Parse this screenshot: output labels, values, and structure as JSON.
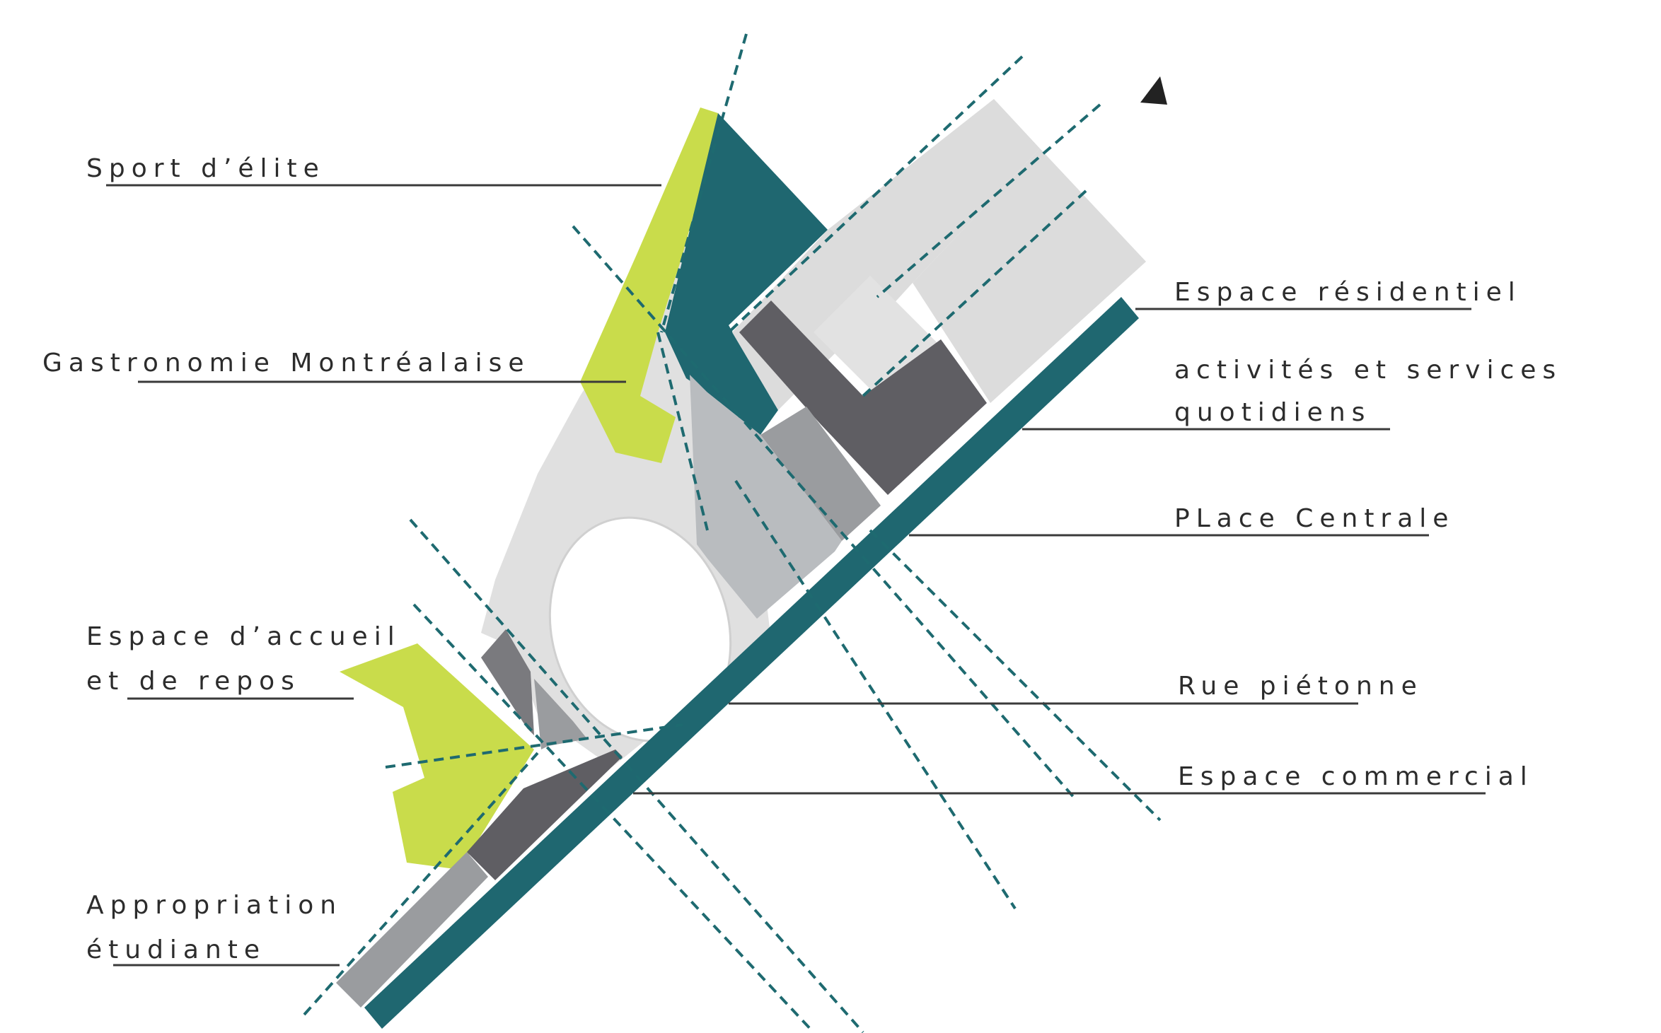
{
  "labels": {
    "sport_elite": "Sport d’élite",
    "gastronomie": "Gastronomie Montréalaise",
    "espace_residentiel": "Espace résidentiel",
    "activites_line1": "activités et services",
    "activites_line2": "quotidiens",
    "place_centrale": "PLace Centrale",
    "rue_pietonne": "Rue piétonne",
    "espace_commercial": "Espace commercial",
    "accueil_line1": "Espace d’accueil",
    "accueil_line2": "et de repos",
    "appropriation_line1": "Appropriation",
    "appropriation_line2": "étudiante"
  },
  "colors": {
    "lime": "#c9dc4b",
    "teal": "#1f6770",
    "light_gray": "#e0e0e0",
    "mid_gray": "#9a9c9f",
    "dark_gray": "#5f5e63",
    "pale_gray": "#b9bcbf"
  },
  "icons": {
    "north_arrow": "north-arrow-icon"
  }
}
